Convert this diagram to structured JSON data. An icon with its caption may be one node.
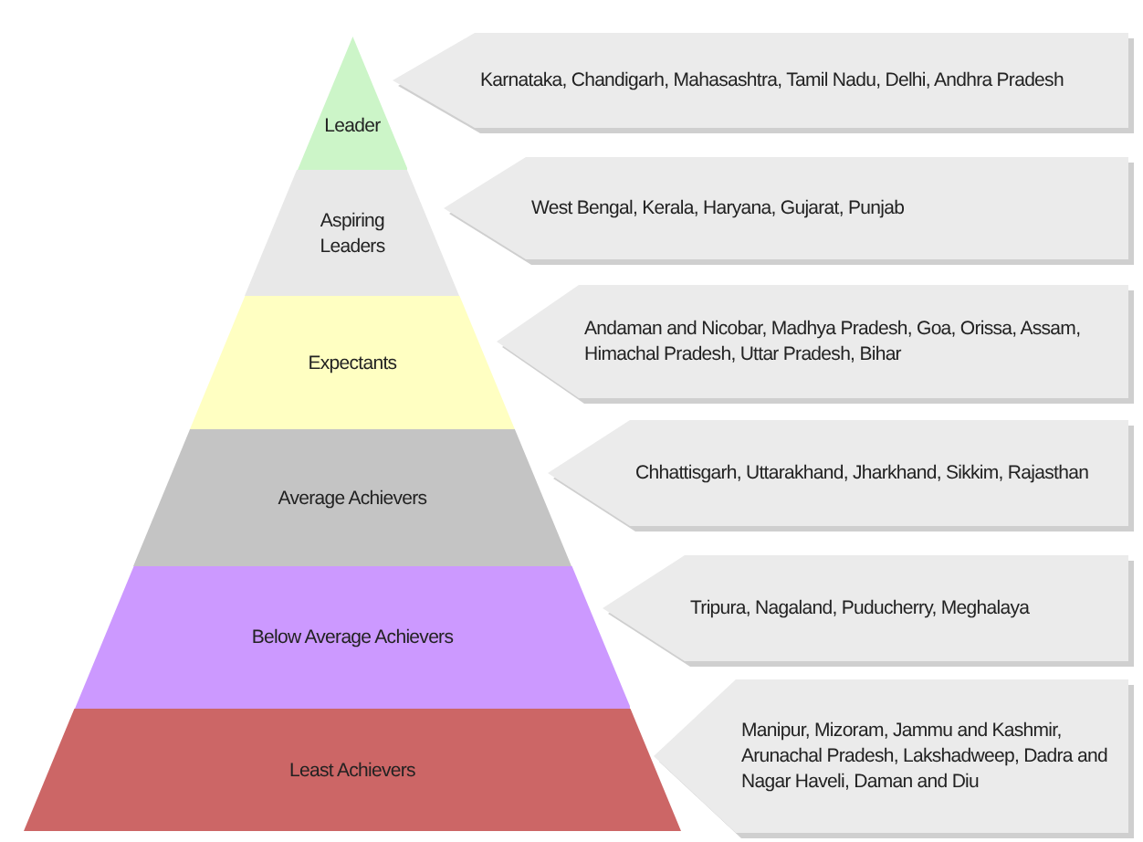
{
  "diagram": {
    "nodes": [
      {
        "text": [
          "Leader"
        ]
      },
      {
        "text": [
          "Aspiring Leaders"
        ]
      },
      {
        "text": [
          "Expectants"
        ]
      },
      {
        "text": [
          "Average Achievers"
        ]
      },
      {
        "text": [
          "Below Average Achievers"
        ]
      },
      {
        "text": [
          "Least Achievers"
        ]
      },
      {
        "text": [
          "Karnataka, Chandigarh, Mahasashtra, Tamil Nadu, Delhi, Andhra Pradesh"
        ]
      },
      {
        "text": [
          "West Bengal, Kerala, Haryana, Gujarat, Punjab"
        ]
      },
      {
        "text": [
          "Andaman and Nicobar, Madhya Pradesh, Goa, Orissa, Assam, Himachal Pradesh, Uttar Pradesh, Bihar"
        ]
      },
      {
        "text": [
          "Chhattisgarh, Uttarakhand, Jharkhand, Sikkim, Rajasthan"
        ]
      },
      {
        "text": [
          "Tripura, Nagaland, Puducherry, Meghalaya"
        ]
      },
      {
        "text": [
          "Manipur, Mizoram, Jammu and Kashmir, Arunachal Pradesh, Lakshadweep, Dadra and Nagar Haveli, Daman and Diu"
        ]
      }
    ]
  }
}
